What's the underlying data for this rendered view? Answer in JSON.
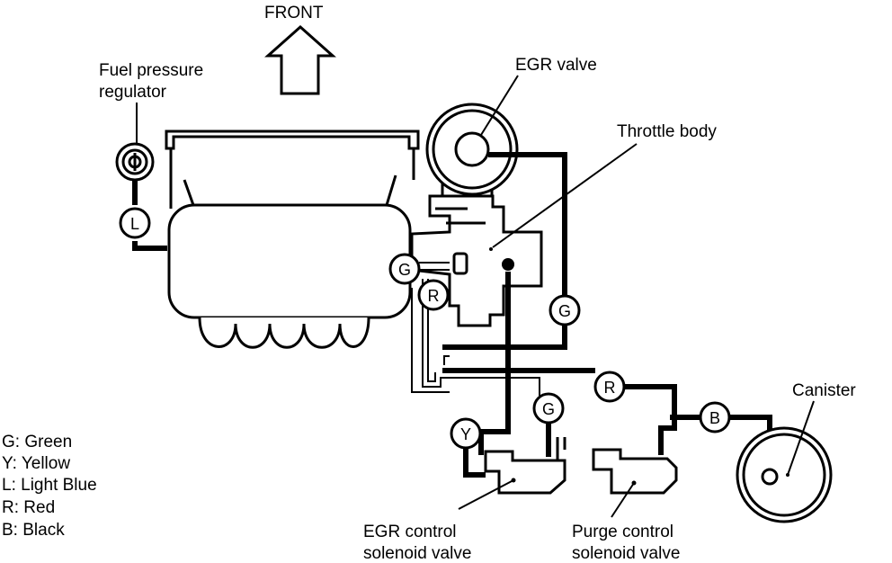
{
  "colors": {
    "ink": "#000000",
    "paper": "#ffffff"
  },
  "labels": {
    "front": "FRONT",
    "fuel_pressure_regulator": [
      "Fuel pressure",
      "regulator"
    ],
    "egr_valve": "EGR valve",
    "throttle_body": "Throttle body",
    "canister": "Canister",
    "egr_control_solenoid_valve": [
      "EGR control",
      "solenoid valve"
    ],
    "purge_control_solenoid_valve": [
      "Purge control",
      "solenoid valve"
    ]
  },
  "hose_codes": {
    "fuel_regulator_hose": "L",
    "throttle_body_port": "G",
    "throttle_body_port_lower": "R",
    "egr_valve_hose": "G",
    "egr_solenoid_hose_y": "Y",
    "egr_solenoid_hose_g": "G",
    "purge_hose_r": "R",
    "canister_hose_b": "B"
  },
  "legend": [
    {
      "code": "G:",
      "color": "Green"
    },
    {
      "code": "Y:",
      "color": "Yellow"
    },
    {
      "code": "L:",
      "color": "Light Blue"
    },
    {
      "code": "R:",
      "color": "Red"
    },
    {
      "code": "B:",
      "color": "Black"
    }
  ]
}
